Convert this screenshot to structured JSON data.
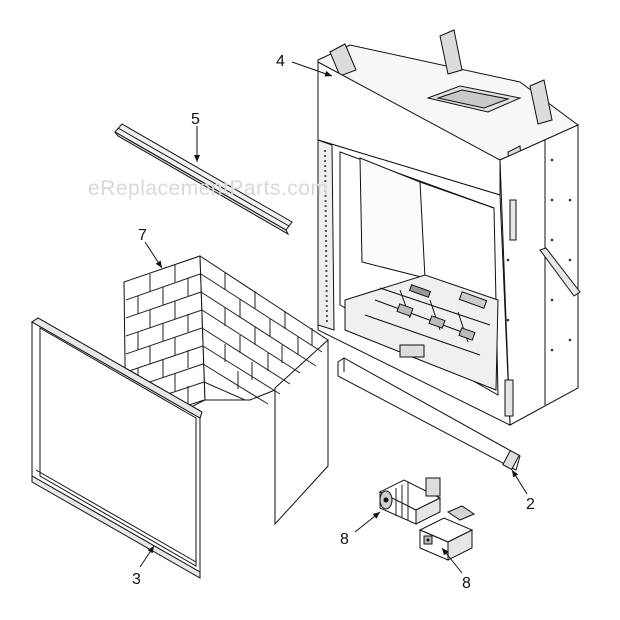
{
  "watermark": "eReplacementParts.com",
  "callouts": {
    "c2": "2",
    "c3": "3",
    "c4": "4",
    "c5": "5",
    "c7": "7",
    "c8a": "8",
    "c8b": "8"
  }
}
